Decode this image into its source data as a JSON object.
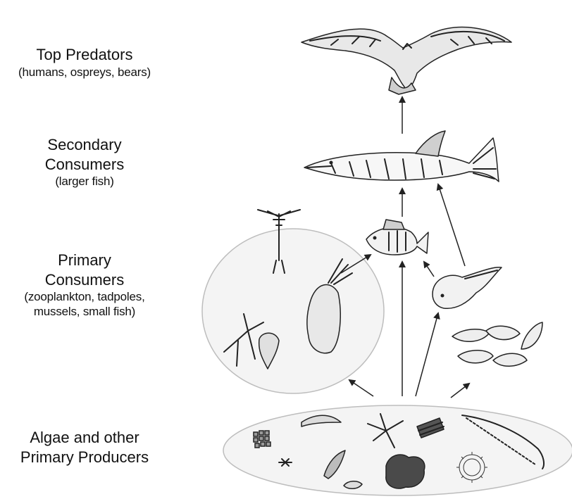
{
  "tiers": {
    "top": {
      "title": "Top Predators",
      "examples": "(humans, ospreys, bears)"
    },
    "secondary": {
      "title_line1": "Secondary",
      "title_line2": "Consumers",
      "examples": "(larger fish)"
    },
    "primary": {
      "title_line1": "Primary",
      "title_line2": "Consumers",
      "examples_line1": "(zooplankton, tadpoles,",
      "examples_line2": "mussels, small fish)"
    },
    "producers": {
      "title_line1": "Algae and other",
      "title_line2": "Primary Producers"
    }
  },
  "colors": {
    "ink": "#222222",
    "ellipse_fill": "#f2f2f2",
    "ellipse_stroke": "#bdbdbd",
    "arrow": "#222222"
  }
}
